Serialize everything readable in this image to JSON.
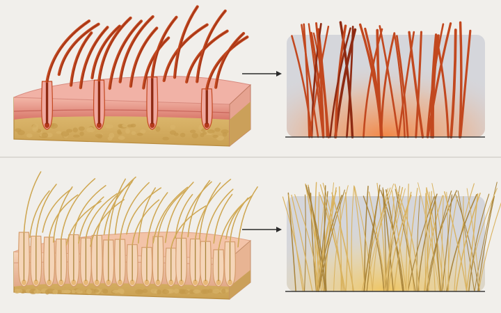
{
  "colors": {
    "background": "#f1efeb",
    "divider": "#d6d2cb",
    "arrow": "#2b2b2b",
    "panel_fill": "#d5d6db",
    "baseline": "#3a3a3a",
    "coarse_hair": "#c2481f",
    "coarse_hair_dark": "#8e2a12",
    "coarse_glow": "#f08a4b",
    "fine_hair": "#d9b25e",
    "fine_hair_dark": "#a9843a",
    "fine_glow": "#f1cd6e",
    "epidermis_coarse": "#e89a8c",
    "epidermis_fine": "#efc3a4",
    "dermis_coarse": "#f2b59a",
    "dermis_fine": "#efc9a8",
    "fat_layer": "#d9b46a",
    "fat_layer_dark": "#c49a4c"
  },
  "icons": {
    "arrow_top": "right-arrow-icon",
    "arrow_bottom": "right-arrow-icon"
  },
  "rows": [
    {
      "hair_type": "coarse",
      "hair_count": 17,
      "panel_strand_count": 34
    },
    {
      "hair_type": "fine",
      "hair_count": 36,
      "panel_strand_count": 90
    }
  ]
}
